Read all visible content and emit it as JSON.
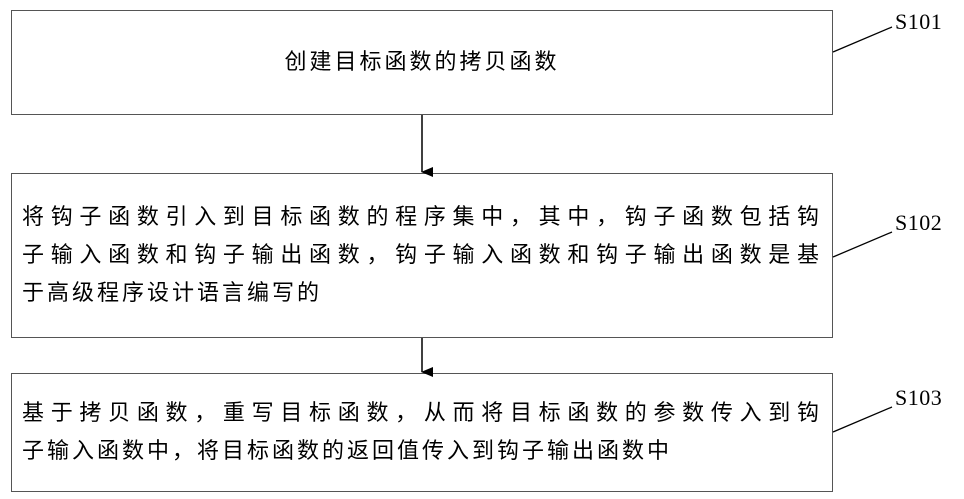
{
  "steps": [
    {
      "label": "S101",
      "lines": [
        "创建目标函数的拷贝函数"
      ]
    },
    {
      "label": "S102",
      "lines": [
        "将钩子函数引入到目标函数的程序集中，其中，钩子函数包括钩",
        "子输入函数和钩子输出函数，钩子输入函数和钩子输出函数是基",
        "于高级程序设计语言编写的"
      ]
    },
    {
      "label": "S103",
      "lines": [
        "基于拷贝函数，重写目标函数，从而将目标函数的参数传入到钩",
        "子输入函数中，将目标函数的返回值传入到钩子输出函数中"
      ]
    }
  ],
  "colors": {
    "stroke": "#555555",
    "text": "#000000",
    "background": "#ffffff"
  }
}
